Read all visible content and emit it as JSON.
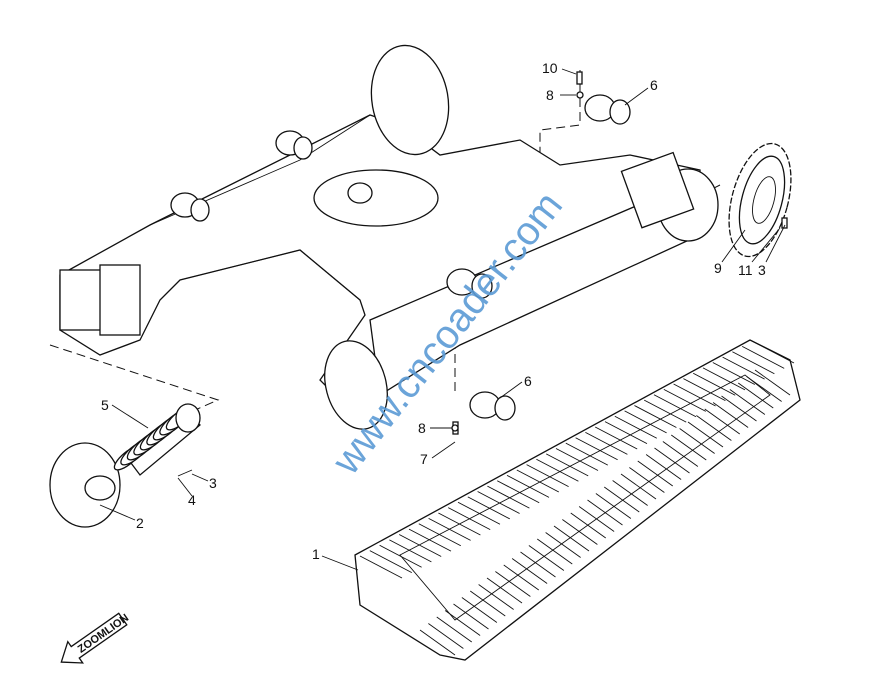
{
  "diagram": {
    "callouts": [
      {
        "id": "callout-10-top",
        "text": "10"
      },
      {
        "id": "callout-8-top",
        "text": "8"
      },
      {
        "id": "callout-6-top",
        "text": "6"
      },
      {
        "id": "callout-9",
        "text": "9"
      },
      {
        "id": "callout-11",
        "text": "11"
      },
      {
        "id": "callout-3-sprocket",
        "text": "3"
      },
      {
        "id": "callout-5",
        "text": "5"
      },
      {
        "id": "callout-3-idler",
        "text": "3"
      },
      {
        "id": "callout-4",
        "text": "4"
      },
      {
        "id": "callout-2",
        "text": "2"
      },
      {
        "id": "callout-6-bottom",
        "text": "6"
      },
      {
        "id": "callout-8-bottom",
        "text": "8"
      },
      {
        "id": "callout-7",
        "text": "7"
      },
      {
        "id": "callout-1",
        "text": "1"
      }
    ],
    "watermark": "www.cncoader.com",
    "orientation_arrow_text": "ZOOMLION",
    "watermark_color": "#5b9bd5"
  }
}
